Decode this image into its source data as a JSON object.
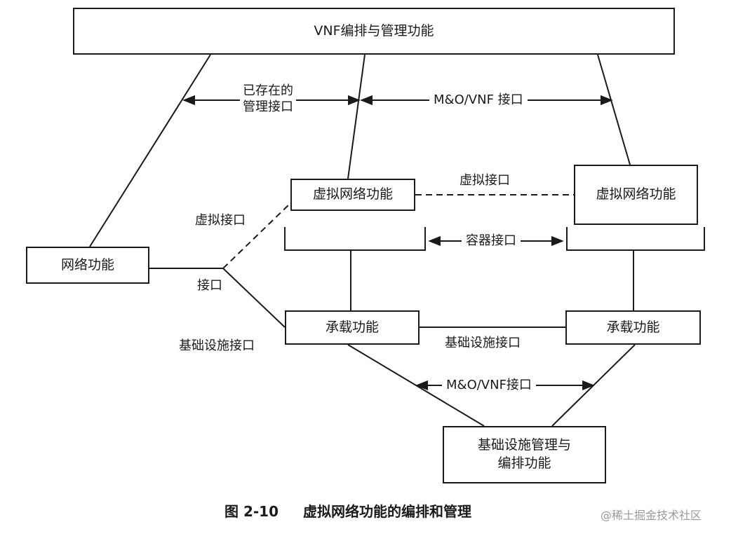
{
  "boxes": {
    "vnf_orchestration": "VNF编排与管理功能",
    "vnf_left": "虚拟网络功能",
    "vnf_right": "虚拟网络功能",
    "network_function": "网络功能",
    "hosting_left": "承载功能",
    "hosting_right": "承载功能",
    "infra_management_line1": "基础设施管理与",
    "infra_management_line2": "编排功能"
  },
  "labels": {
    "existing_mgmt_line1": "已存在的",
    "existing_mgmt_line2": "管理接口",
    "mo_vnf_top": "M&O/VNF 接口",
    "virtual_interface_top": "虚拟接口",
    "virtual_interface_left": "虚拟接口",
    "container_interface": "容器接口",
    "interface": "接口",
    "infra_interface_left": "基础设施接口",
    "infra_interface_mid": "基础设施接口",
    "mo_vnf_bottom": "M&O/VNF接口"
  },
  "caption": {
    "number": "图 2-10",
    "title": "虚拟网络功能的编排和管理"
  },
  "watermark": "@稀土掘金技术社区"
}
